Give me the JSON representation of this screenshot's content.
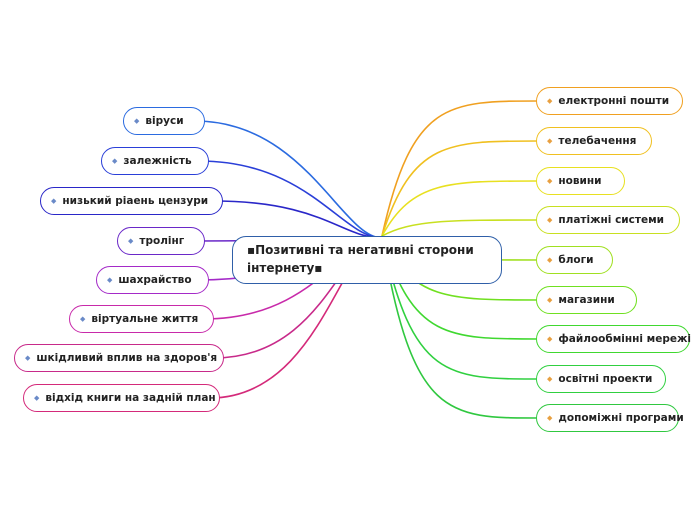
{
  "central": {
    "title": "▪Позитивні та негативні сторони інтернету▪"
  },
  "left": [
    {
      "label": "віруси",
      "color": "#2b6be0"
    },
    {
      "label": "залежність",
      "color": "#2a3fd8"
    },
    {
      "label": "низький ріаень цензури",
      "color": "#2a27c8"
    },
    {
      "label": "тролінг",
      "color": "#6a28c8"
    },
    {
      "label": "шахрайство",
      "color": "#a42ac8"
    },
    {
      "label": "віртуальне життя",
      "color": "#c82aaa"
    },
    {
      "label": "шкідливий вплив на здоров'я",
      "color": "#c82a8a"
    },
    {
      "label": "відхід книги на задній план",
      "color": "#d42a7a"
    }
  ],
  "right": [
    {
      "label": "електронні пошти",
      "color": "#f0a020"
    },
    {
      "label": "телебачення",
      "color": "#f0c020"
    },
    {
      "label": "новини",
      "color": "#e8e020"
    },
    {
      "label": "платіжні системи",
      "color": "#c8e020"
    },
    {
      "label": "блоги",
      "color": "#a0e020"
    },
    {
      "label": "магазини",
      "color": "#70e020"
    },
    {
      "label": "файлообмінні мережі",
      "color": "#40d830"
    },
    {
      "label": "освітні проекти",
      "color": "#30d040"
    },
    {
      "label": "допоміжні програми",
      "color": "#30c840"
    }
  ],
  "bullet_color": "#6a8ac8"
}
